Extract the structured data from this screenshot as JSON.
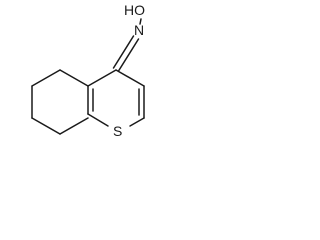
{
  "molecule": {
    "atoms": {
      "hydroxyl": "HO",
      "nitrogen": "N",
      "sulfur": "S"
    }
  }
}
